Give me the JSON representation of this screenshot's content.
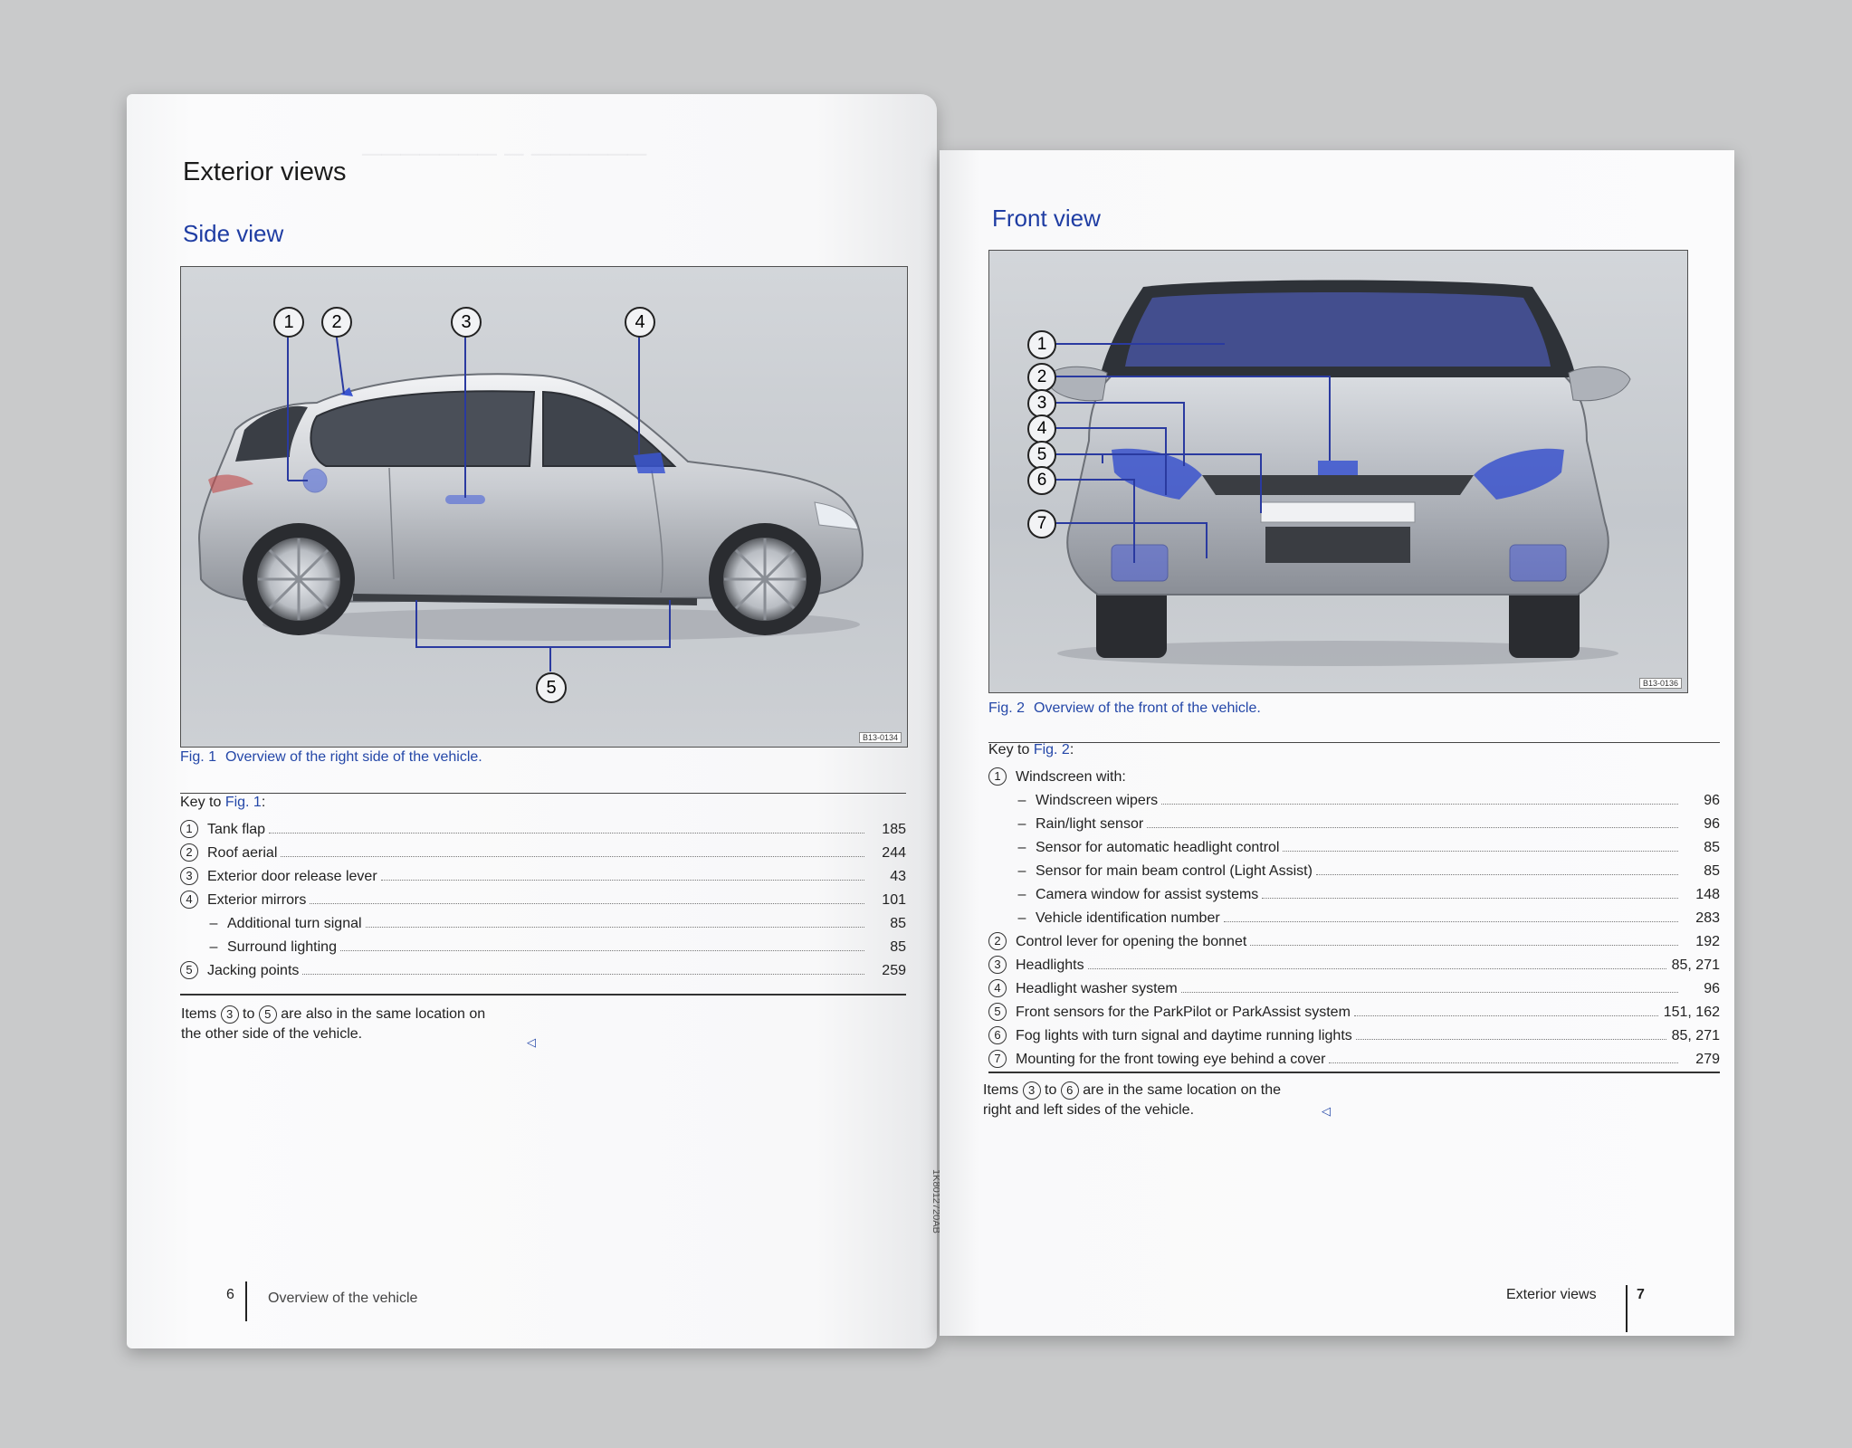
{
  "left": {
    "title": "Exterior views",
    "section": "Side view",
    "figure": {
      "code": "B13-0134",
      "callouts": [
        "1",
        "2",
        "3",
        "4",
        "5"
      ],
      "caption_num": "Fig. 1",
      "caption_text": "Overview of the right side of the vehicle."
    },
    "key_label": "Key to ",
    "key_ref": "Fig. 1",
    "key_colon": ":",
    "items": [
      {
        "n": "1",
        "label": "Tank flap",
        "page": "185"
      },
      {
        "n": "2",
        "label": "Roof aerial",
        "page": "244"
      },
      {
        "n": "3",
        "label": "Exterior door release lever",
        "page": "43"
      },
      {
        "n": "4",
        "label": "Exterior mirrors",
        "page": "101"
      },
      {
        "n": "",
        "label": "Additional turn signal",
        "page": "85"
      },
      {
        "n": "",
        "label": "Surround lighting",
        "page": "85"
      },
      {
        "n": "5",
        "label": "Jacking points",
        "page": "259"
      }
    ],
    "note": {
      "a": "Items ",
      "c1": "3",
      "to": " to ",
      "c2": "5",
      "b": " are also in the same location on",
      "line2": "the other side of the vehicle."
    },
    "end_mark": "◁",
    "footer_page": "6",
    "footer_text": "Overview of the vehicle"
  },
  "spine_code": "1K8012720AB",
  "right": {
    "section": "Front view",
    "figure": {
      "code": "B13-0136",
      "callouts": [
        "1",
        "2",
        "3",
        "4",
        "5",
        "6",
        "7"
      ],
      "caption_num": "Fig. 2",
      "caption_text": "Overview of the front of the vehicle."
    },
    "key_label": "Key to ",
    "key_ref": "Fig. 2",
    "key_colon": ":",
    "items": [
      {
        "n": "1",
        "label": "Windscreen with:",
        "page": ""
      },
      {
        "n": "",
        "label": "Windscreen wipers",
        "page": "96"
      },
      {
        "n": "",
        "label": "Rain/light sensor",
        "page": "96"
      },
      {
        "n": "",
        "label": "Sensor for automatic headlight control",
        "page": "85"
      },
      {
        "n": "",
        "label": "Sensor for main beam control (Light Assist)",
        "page": "85"
      },
      {
        "n": "",
        "label": "Camera window for assist systems",
        "page": "148"
      },
      {
        "n": "",
        "label": "Vehicle identification number",
        "page": "283"
      },
      {
        "n": "2",
        "label": "Control lever for opening the bonnet",
        "page": "192"
      },
      {
        "n": "3",
        "label": "Headlights",
        "page": "85, 271"
      },
      {
        "n": "4",
        "label": "Headlight washer system",
        "page": "96"
      },
      {
        "n": "5",
        "label": "Front sensors for the ParkPilot or ParkAssist system",
        "page": "151, 162"
      },
      {
        "n": "6",
        "label": "Fog lights with turn signal and daytime running lights",
        "page": "85, 271"
      },
      {
        "n": "7",
        "label": "Mounting for the front towing eye behind a cover",
        "page": "279"
      }
    ],
    "note": {
      "a": "Items ",
      "c1": "3",
      "to": " to ",
      "c2": "6",
      "b": " are in the same location on the",
      "line2": "right and left sides of the vehicle."
    },
    "end_mark": "◁",
    "footer_text": "Exterior views",
    "footer_page": "7"
  }
}
